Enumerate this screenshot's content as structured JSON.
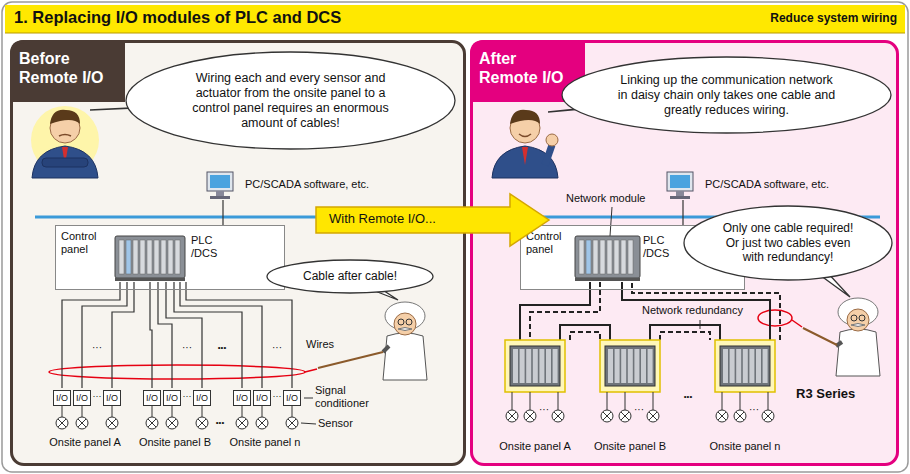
{
  "diagram": {
    "title": "1. Replacing I/O modules of PLC and DCS",
    "nodes": [
      {
        "text": [
          "Before Remote I/O"
        ]
      },
      {
        "text": [
          "Wiring each and every sensor and actuator from the onsite panel to a control panel requires an enormous amount of cables!"
        ],
        "in": 0
      },
      {
        "text": [
          "PC/SCADA software, etc."
        ],
        "in": 0
      },
      {
        "text": [
          "Control panel"
        ],
        "in": 0
      },
      {
        "text": [
          "PLC /DCS"
        ],
        "in": 3
      },
      {
        "text": [
          "Cable after cable!"
        ],
        "in": 0
      },
      {
        "text": [
          "I/O",
          "I/O",
          "I/O",
          "Onsite panel A"
        ],
        "in": 0
      },
      {
        "text": [
          "I/O",
          "I/O",
          "I/O",
          "Onsite panel B"
        ],
        "in": 0
      },
      {
        "text": [
          "I/O",
          "I/O",
          "I/O",
          "Onsite panel n"
        ],
        "in": 0
      },
      {
        "text": [
          "With Remote I/O..."
        ]
      },
      {
        "text": [
          "After Remote I/O"
        ]
      },
      {
        "text": [
          "Linking up the communication network in daisy chain only takes one cable and greatly reduces wiring."
        ],
        "in": 10
      },
      {
        "text": [
          "PC/SCADA software, etc."
        ],
        "in": 10
      },
      {
        "text": [
          "Control panel"
        ],
        "in": 10
      },
      {
        "text": [
          "PLC /DCS"
        ],
        "in": 13
      },
      {
        "text": [
          "Only one cable required! Or just two cables even with redundancy!"
        ],
        "in": 10
      },
      {
        "text": [
          "Onsite panel A"
        ],
        "in": 10
      },
      {
        "text": [
          "Onsite panel B"
        ],
        "in": 10
      },
      {
        "text": [
          "Onsite panel n"
        ],
        "in": 10
      }
    ],
    "edges": [
      {
        "from": 2,
        "to": 3,
        "arrow": "none"
      },
      {
        "from": 4,
        "to": 6,
        "arrow": "none"
      },
      {
        "from": 4,
        "to": 7,
        "arrow": "none"
      },
      {
        "from": 4,
        "to": 8,
        "arrow": "none"
      },
      {
        "from": 12,
        "to": 13,
        "arrow": "none"
      },
      {
        "from": 14,
        "to": 16,
        "arrow": "none"
      },
      {
        "from": 16,
        "to": 17,
        "arrow": "none"
      },
      {
        "from": 17,
        "to": 18,
        "arrow": "none"
      },
      {
        "from": 18,
        "to": 14,
        "arrow": "none"
      },
      {
        "from": 14,
        "to": 16,
        "arrow": "none"
      },
      {
        "from": 16,
        "to": 17,
        "arrow": "none"
      },
      {
        "from": 17,
        "to": 18,
        "arrow": "none"
      },
      {
        "from": 18,
        "to": 14,
        "arrow": "none"
      }
    ],
    "labels": [
      "Reduce system wiring",
      "Wires",
      "Signal conditioner",
      "Sensor",
      "···",
      "···",
      "···",
      "•••",
      "···",
      "···",
      "···",
      "•••",
      "Network module",
      "Network redundancy",
      "R3 Series",
      "•••",
      "···",
      "···",
      "···"
    ]
  }
}
